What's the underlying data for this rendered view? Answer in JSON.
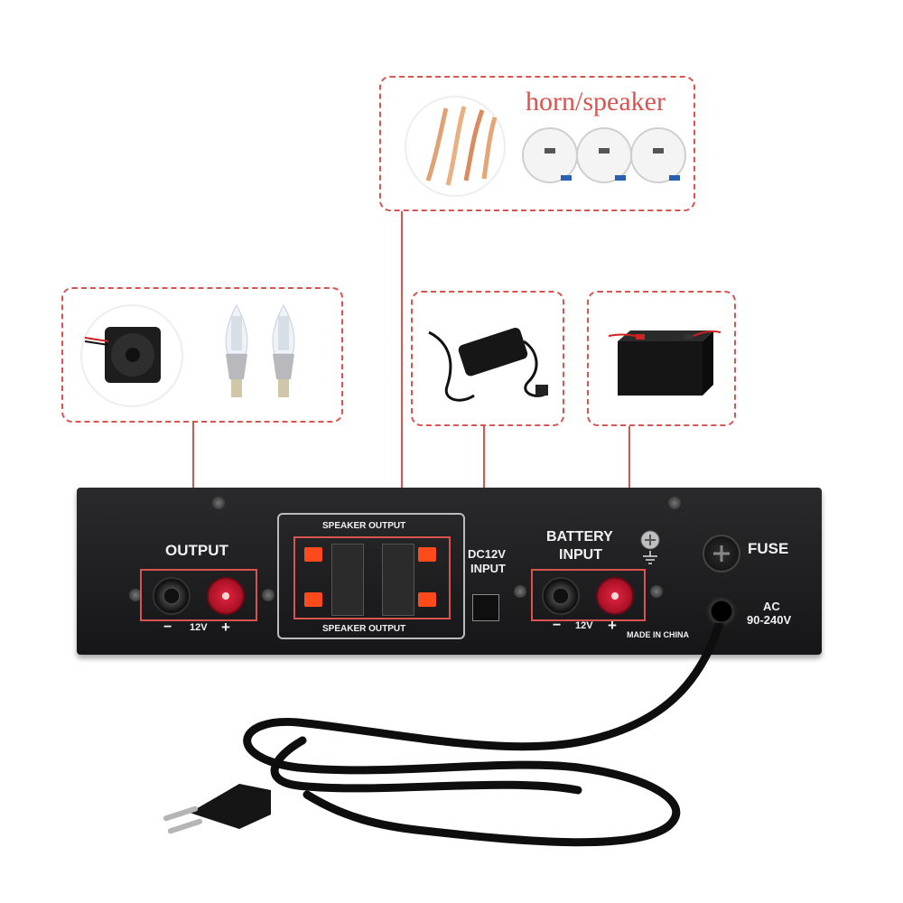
{
  "callouts": {
    "horn_label": "horn/speaker"
  },
  "amplifier": {
    "output_label": "OUTPUT",
    "output_minus": "−",
    "output_voltage": "12V",
    "output_plus": "+",
    "speaker_output_top": "SPEAKER OUTPUT",
    "speaker_output_bottom": "SPEAKER OUTPUT",
    "dc_input_line1": "DC12V",
    "dc_input_line2": "INPUT",
    "battery_line1": "BATTERY",
    "battery_line2": "INPUT",
    "battery_minus": "−",
    "battery_voltage": "12V",
    "battery_plus": "+",
    "fuse_label": "FUSE",
    "ac_line1": "AC",
    "ac_line2": "90-240V",
    "made_in": "MADE IN CHINA"
  },
  "colors": {
    "callout_red": "#d9534f",
    "chassis": "#1e1e20",
    "terminal_red": "#d6213a",
    "clip_orange": "#ff4a1c"
  }
}
